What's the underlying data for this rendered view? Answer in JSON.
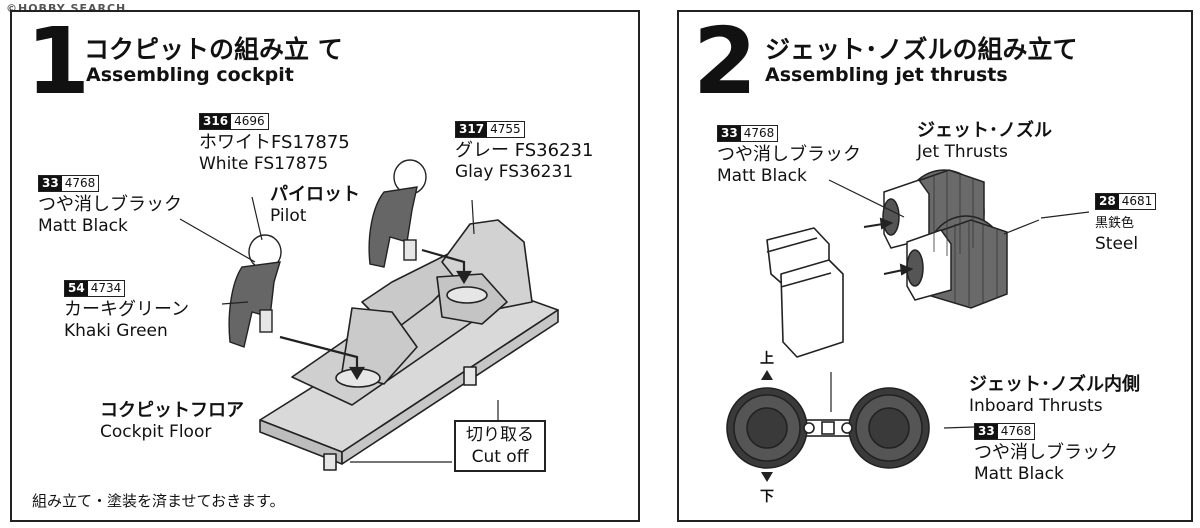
{
  "watermark": "©HOBBY SEARCH",
  "step1": {
    "number": "1",
    "title_jp": "コクピットの組み立 て",
    "title_en": "Assembling cockpit",
    "labels": {
      "white": {
        "num": "316",
        "code": "4696",
        "jp": "ホワイトFS17875",
        "en": "White FS17875"
      },
      "black": {
        "num": "33",
        "code": "4768",
        "jp": "つや消しブラック",
        "en": "Matt Black"
      },
      "pilot": {
        "jp": "パイロット",
        "en": "Pilot"
      },
      "gray": {
        "num": "317",
        "code": "4755",
        "jp": "グレー FS36231",
        "en": "Glay FS36231"
      },
      "khaki": {
        "num": "54",
        "code": "4734",
        "jp": "カーキグリーン",
        "en": "Khaki Green"
      },
      "floor": {
        "jp": "コクピットフロア",
        "en": "Cockpit Floor"
      }
    },
    "cutoff": {
      "jp": "切り取る",
      "en": "Cut off"
    },
    "note": "組み立て・塗装を済ませておきます。"
  },
  "step2": {
    "number": "2",
    "title_jp": "ジェット･ノズルの組み立て",
    "title_en": "Assembling jet thrusts",
    "labels": {
      "black": {
        "num": "33",
        "code": "4768",
        "jp": "つや消しブラック",
        "en": "Matt Black"
      },
      "jet": {
        "jp": "ジェット･ノズル",
        "en": "Jet Thrusts"
      },
      "steel": {
        "num": "28",
        "code": "4681",
        "jp": "黒鉄色",
        "en": "Steel"
      },
      "inboard": {
        "jp": "ジェット･ノズル内側",
        "en": "Inboard Thrusts"
      },
      "black2": {
        "num": "33",
        "code": "4768",
        "jp": "つや消しブラック",
        "en": "Matt Black"
      }
    },
    "up": "上",
    "down": "下"
  },
  "colors": {
    "line": "#222222",
    "part": "#d9d9d9",
    "dark": "#555555"
  }
}
